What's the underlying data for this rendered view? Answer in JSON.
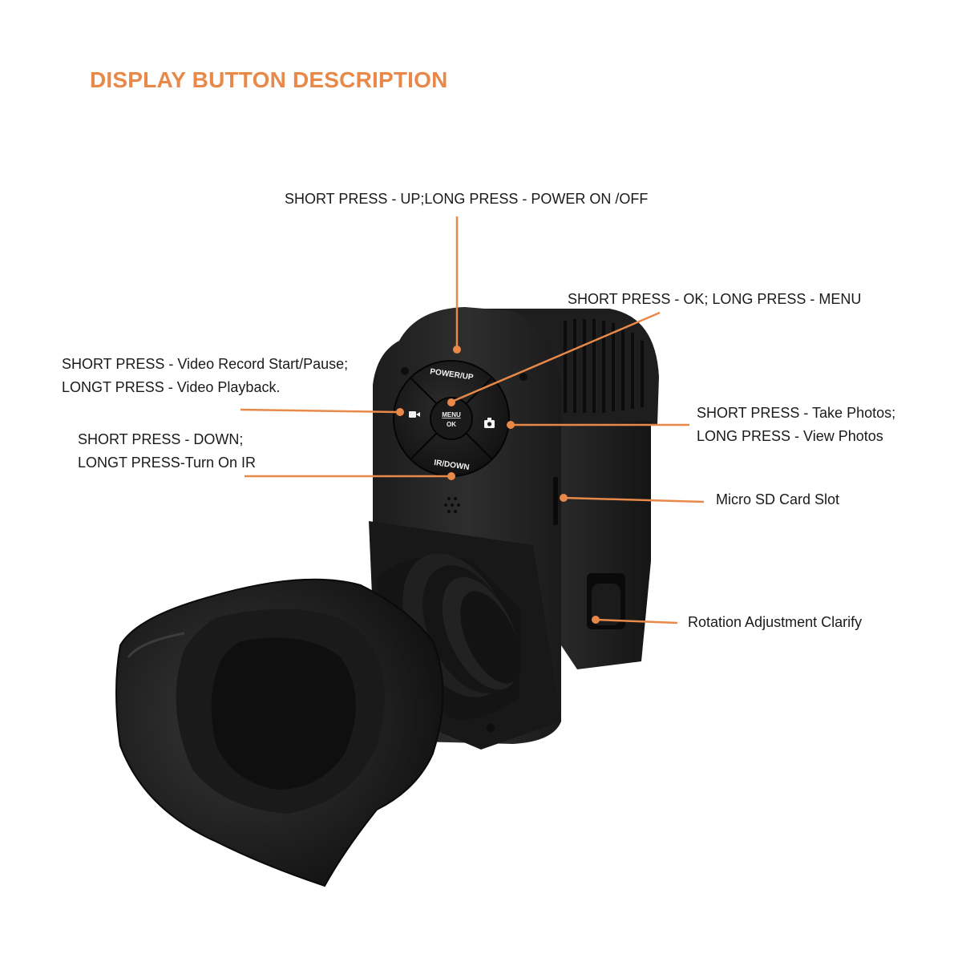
{
  "title": "DISPLAY BUTTON DESCRIPTION",
  "colors": {
    "accent": "#E8894A",
    "device_body": "#262626",
    "button_label": "#f2f2f2"
  },
  "device": {
    "buttons": {
      "power_up": "POWER/UP",
      "menu": "MENU",
      "ok": "OK",
      "ir_down": "IR/DOWN"
    },
    "icons": [
      "video-camera-icon",
      "photo-camera-icon"
    ]
  },
  "callouts": {
    "power": {
      "line1": "SHORT PRESS - UP;LONG PRESS - POWER ON /OFF"
    },
    "menu_ok": {
      "line1": "SHORT PRESS - OK; LONG PRESS - MENU"
    },
    "video": {
      "line1": "SHORT PRESS - Video Record Start/Pause;",
      "line2": "LONGT PRESS - Video Playback."
    },
    "down": {
      "line1": "SHORT PRESS - DOWN;",
      "line2": "LONGT PRESS-Turn On IR"
    },
    "photo": {
      "line1": "SHORT PRESS - Take Photos;",
      "line2": "LONG PRESS - View Photos"
    },
    "sd_slot": {
      "line1": "Micro SD Card Slot"
    },
    "rotation": {
      "line1": "Rotation Adjustment Clarify"
    }
  }
}
